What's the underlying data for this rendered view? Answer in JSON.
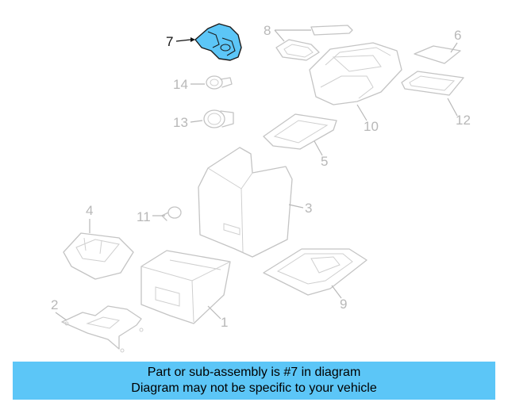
{
  "highlight_color": "#5cc6f7",
  "callouts": [
    {
      "id": "1",
      "label": "1"
    },
    {
      "id": "2",
      "label": "2"
    },
    {
      "id": "3",
      "label": "3"
    },
    {
      "id": "4",
      "label": "4"
    },
    {
      "id": "5",
      "label": "5"
    },
    {
      "id": "6",
      "label": "6"
    },
    {
      "id": "7",
      "label": "7",
      "highlighted": true
    },
    {
      "id": "8",
      "label": "8"
    },
    {
      "id": "9",
      "label": "9"
    },
    {
      "id": "10",
      "label": "10"
    },
    {
      "id": "11",
      "label": "11"
    },
    {
      "id": "12",
      "label": "12"
    },
    {
      "id": "13",
      "label": "13"
    },
    {
      "id": "14",
      "label": "14"
    }
  ],
  "banner": {
    "line1": "Part or sub-assembly is #7 in diagram",
    "line2": "Diagram may not be specific to your vehicle"
  }
}
